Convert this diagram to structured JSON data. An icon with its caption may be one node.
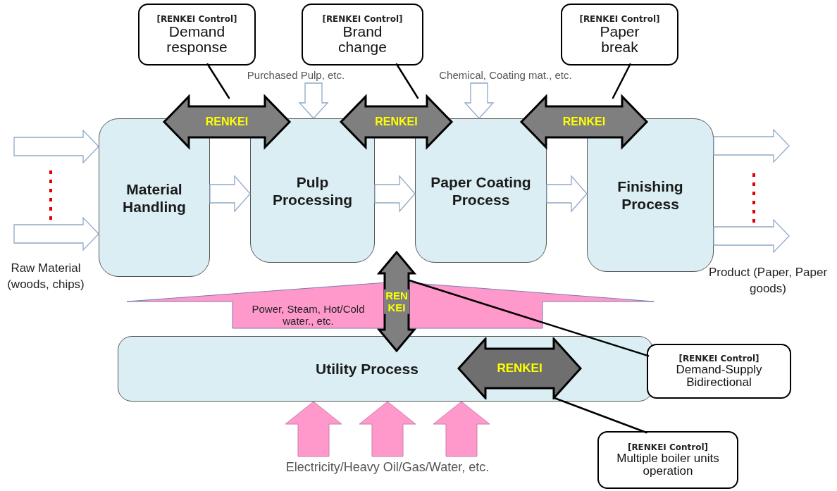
{
  "diagram": {
    "nodes": [
      {
        "text": [
          "[RENKEI Control]",
          "Demand response"
        ]
      },
      {
        "text": [
          "[RENKEI Control]",
          "Brand change"
        ]
      },
      {
        "text": [
          "[RENKEI Control]",
          "Paper break"
        ]
      },
      {
        "text": [
          "Purchased Pulp, etc."
        ]
      },
      {
        "text": [
          "Chemical, Coating mat., etc."
        ]
      },
      {
        "text": [
          "Material Handling"
        ]
      },
      {
        "text": [
          "Pulp Processing"
        ]
      },
      {
        "text": [
          "Paper Coating Process"
        ]
      },
      {
        "text": [
          "Finishing Process"
        ]
      },
      {
        "text": [
          "Power, Steam, Hot/Cold water., etc."
        ]
      },
      {
        "text": [
          "Utility Process"
        ]
      },
      {
        "text": [
          "RENKEI"
        ],
        "in": 10
      },
      {
        "text": [
          "[RENKEI Control]",
          "Demand-Supply Bidirectional"
        ]
      },
      {
        "text": [
          "[RENKEI Control]",
          "Multiple boiler units operation"
        ]
      },
      {
        "text": [
          "Electricity/Heavy Oil/Gas/Water,  etc."
        ]
      }
    ],
    "edges": [
      {
        "from": null,
        "to": 5,
        "arrow": "to"
      },
      {
        "from": null,
        "to": 5,
        "arrow": "to"
      },
      {
        "from": 5,
        "to": 6,
        "arrow": "to"
      },
      {
        "from": 6,
        "to": 7,
        "arrow": "to"
      },
      {
        "from": 7,
        "to": 8,
        "arrow": "to"
      },
      {
        "from": 8,
        "to": null,
        "arrow": "to"
      },
      {
        "from": 8,
        "to": null,
        "arrow": "to"
      },
      {
        "from": 3,
        "to": 6,
        "arrow": "to"
      },
      {
        "from": 4,
        "to": 7,
        "arrow": "to"
      },
      {
        "from": 5,
        "to": 6,
        "arrow": "both",
        "label": "RENKEI",
        "style": "thick",
        "color": "#7f7f7f"
      },
      {
        "from": 6,
        "to": 7,
        "arrow": "both",
        "label": "RENKEI",
        "style": "thick",
        "color": "#7f7f7f"
      },
      {
        "from": 7,
        "to": 8,
        "arrow": "both",
        "label": "RENKEI",
        "style": "thick",
        "color": "#7f7f7f"
      },
      {
        "from": 10,
        "to": null,
        "arrow": "both",
        "label": "RENKEI",
        "style": "thick",
        "color": "#7f7f7f"
      },
      {
        "from": 14,
        "to": 10,
        "arrow": "to",
        "style": "thick",
        "color": "#ff99cc"
      },
      {
        "from": 14,
        "to": 10,
        "arrow": "to",
        "style": "thick",
        "color": "#ff99cc"
      },
      {
        "from": 14,
        "to": 10,
        "arrow": "to",
        "style": "thick",
        "color": "#ff99cc"
      },
      {
        "from": 0,
        "to": null,
        "arrow": "none"
      },
      {
        "from": 1,
        "to": null,
        "arrow": "none"
      },
      {
        "from": 2,
        "to": null,
        "arrow": "none"
      },
      {
        "from": 12,
        "to": 9,
        "arrow": "none"
      },
      {
        "from": 13,
        "to": 11,
        "arrow": "none"
      }
    ],
    "labels": [
      "Raw Material (woods, chips)",
      "Product (Paper, Paper goods)"
    ]
  }
}
